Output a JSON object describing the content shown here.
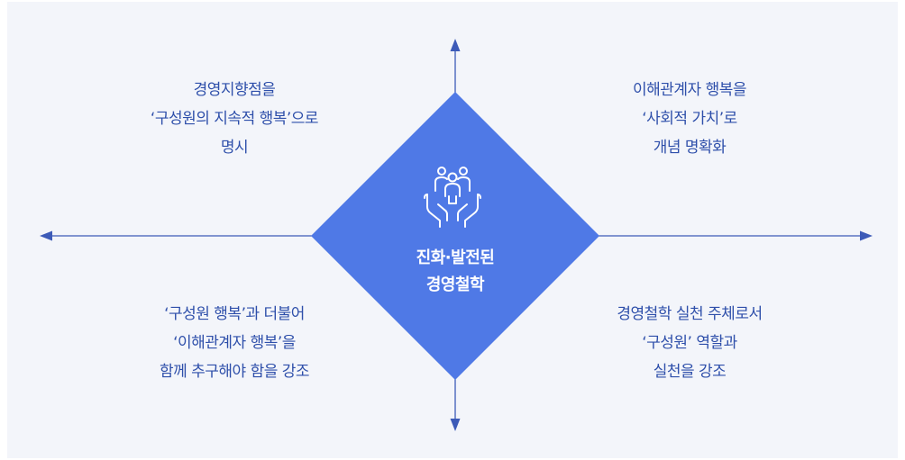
{
  "center": {
    "title_lines": [
      "진화·발전된",
      "경영철학"
    ],
    "icon": "people-in-hands-icon"
  },
  "quadrants": {
    "top_left": [
      "경영지향점을",
      "‘구성원의 지속적 행복’으로",
      "명시"
    ],
    "top_right": [
      "이해관계자 행복을",
      "‘사회적 가치’로",
      "개념 명확화"
    ],
    "bottom_left": [
      "‘구성원 행복’과 더불어",
      "‘이해관계자 행복’을",
      "함께 추구해야 함을 강조"
    ],
    "bottom_right": [
      "경영철학 실천 주체로서",
      "‘구성원’ 역할과",
      "실천을 강조"
    ]
  },
  "colors": {
    "background": "#f3f5fa",
    "diamond": "#4f79e6",
    "axis": "#3d5bb8",
    "text": "#2e4faa",
    "center_text": "#ffffff"
  }
}
